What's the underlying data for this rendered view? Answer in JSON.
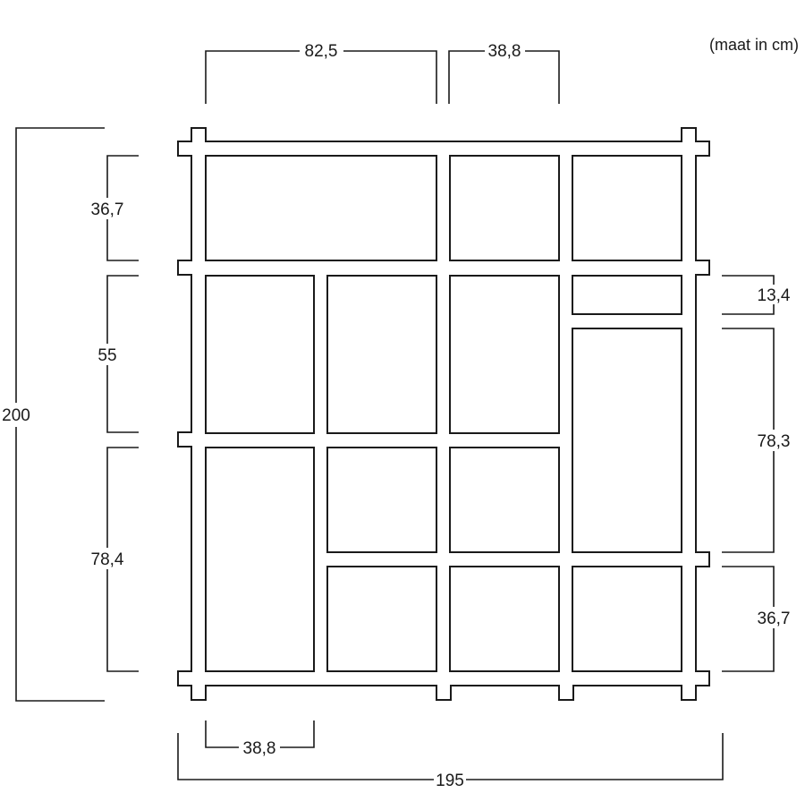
{
  "unit_note": "(maat in cm)",
  "dimensions": {
    "top_left_width": "82,5",
    "top_right_width": "38,8",
    "bottom_cell_width": "38,8",
    "total_width": "195",
    "total_height": "200",
    "left_row1": "36,7",
    "left_row2": "55",
    "left_row3": "78,4",
    "right_small": "13,4",
    "right_tall": "78,3",
    "right_bottom": "36,7"
  }
}
